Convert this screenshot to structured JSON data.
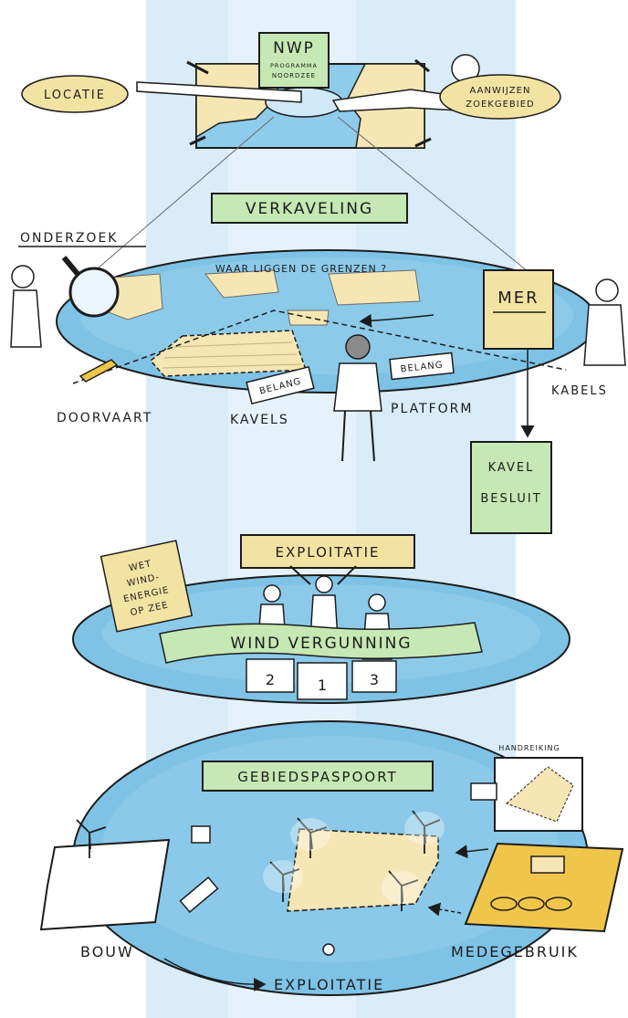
{
  "colors": {
    "beam": "#d9ecf8",
    "sea": "#7ec3e6",
    "sea_light": "#b6def2",
    "land": "#f6e6b4",
    "green_banner": "#c6e8b4",
    "yellow_note": "#f3e3a3",
    "gold_plot": "#f0c64a",
    "ink": "#1c1c1c"
  },
  "section1": {
    "nwp_title": "NWP",
    "nwp_sub1": "PROGRAMMA",
    "nwp_sub2": "NOORDZEE",
    "locatie": "LOCATIE",
    "aanwijzen_1": "AANWIJZEN",
    "aanwijzen_2": "ZOEKGEBIED"
  },
  "section2": {
    "title": "VERKAVELING",
    "onderzoek": "ONDERZOEK",
    "question": "WAAR LIGGEN DE GRENZEN ?",
    "mer": "MER",
    "belang_left": "BELANG",
    "belang_right": "BELANG",
    "doorvaart": "DOORVAART",
    "kavels": "KAVELS",
    "platform": "PLATFORM",
    "kabels": "KABELS",
    "kavelbesluit_1": "KAVEL",
    "kavelbesluit_2": "BESLUIT"
  },
  "section3": {
    "exploitatie": "EXPLOITATIE",
    "wet_1": "WET",
    "wet_2": "WIND-",
    "wet_3": "ENERGIE",
    "wet_4": "OP ZEE",
    "banner": "WIND VERGUNNING",
    "podium": [
      "2",
      "1",
      "3"
    ]
  },
  "section4": {
    "title": "GEBIEDSPASPOORT",
    "handreiking": "HANDREIKING",
    "bouw": "BOUW",
    "medegebruik": "MEDEGEBRUIK",
    "exploitatie": "EXPLOITATIE"
  }
}
